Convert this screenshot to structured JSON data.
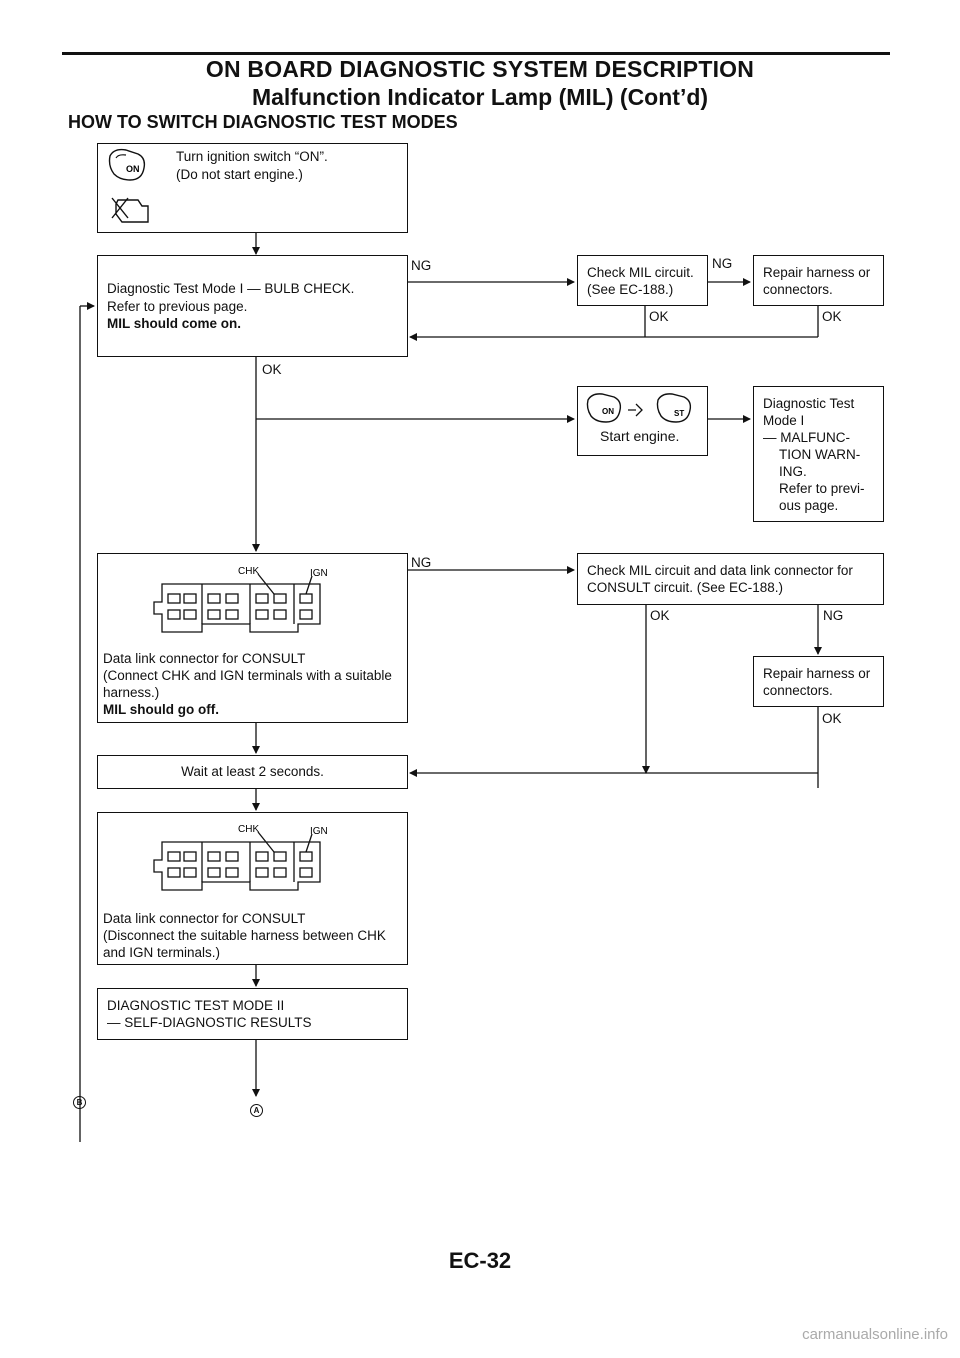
{
  "header": {
    "title": "ON BOARD DIAGNOSTIC SYSTEM DESCRIPTION",
    "subtitle": "Malfunction Indicator Lamp (MIL) (Cont’d)"
  },
  "section_title": "HOW TO SWITCH DIAGNOSTIC TEST MODES",
  "steps": {
    "ignition": {
      "line1": "Turn ignition switch “ON”.",
      "line2": "(Do not start engine.)",
      "key_label": "ON"
    },
    "bulb_check": {
      "line1": "Diagnostic Test Mode I — BULB CHECK.",
      "line2": "Refer to previous page.",
      "line3": "MIL should come on."
    },
    "check_mil": {
      "line1": "Check MIL circuit.",
      "line2": "(See EC-188.)"
    },
    "repair1": {
      "line1": "Repair harness or",
      "line2": "connectors."
    },
    "start_engine": {
      "label": "Start engine.",
      "key1": "ON",
      "key2": "ST"
    },
    "malfunction": {
      "line1": "Diagnostic Test",
      "line2": "Mode I",
      "line3": "— MALFUNC-",
      "line4": "TION WARN-",
      "line5": "ING.",
      "line6": "Refer to previ-",
      "line7": "ous page."
    },
    "connect": {
      "chk": "CHK",
      "ign": "IGN",
      "line1": "Data link connector for CONSULT",
      "line2": "(Connect CHK and IGN terminals with a suitable",
      "line3": "harness.)",
      "line4": "MIL should go off."
    },
    "check_mil_data": {
      "line1": "Check MIL circuit and data link connector for",
      "line2": "CONSULT circuit. (See EC-188.)"
    },
    "repair2": {
      "line1": "Repair harness or",
      "line2": "connectors."
    },
    "wait": {
      "label": "Wait at least 2 seconds."
    },
    "disconnect": {
      "chk": "CHK",
      "ign": "IGN",
      "line1": "Data link connector for CONSULT",
      "line2": "(Disconnect the suitable harness between CHK",
      "line3": "and IGN terminals.)"
    },
    "mode2": {
      "line1": "DIAGNOSTIC TEST MODE II",
      "line2": "— SELF-DIAGNOSTIC RESULTS"
    }
  },
  "labels": {
    "ng1": "NG",
    "ng2": "NG",
    "ok_check": "OK",
    "ok_repair": "OK",
    "ok_main": "OK",
    "ng3": "NG",
    "ok_data": "OK",
    "ng_data": "NG",
    "ok_repair2": "OK"
  },
  "connectors": {
    "a": "A",
    "b": "B"
  },
  "footer": {
    "page": "EC-32",
    "watermark": "carmanualsonline.info"
  }
}
